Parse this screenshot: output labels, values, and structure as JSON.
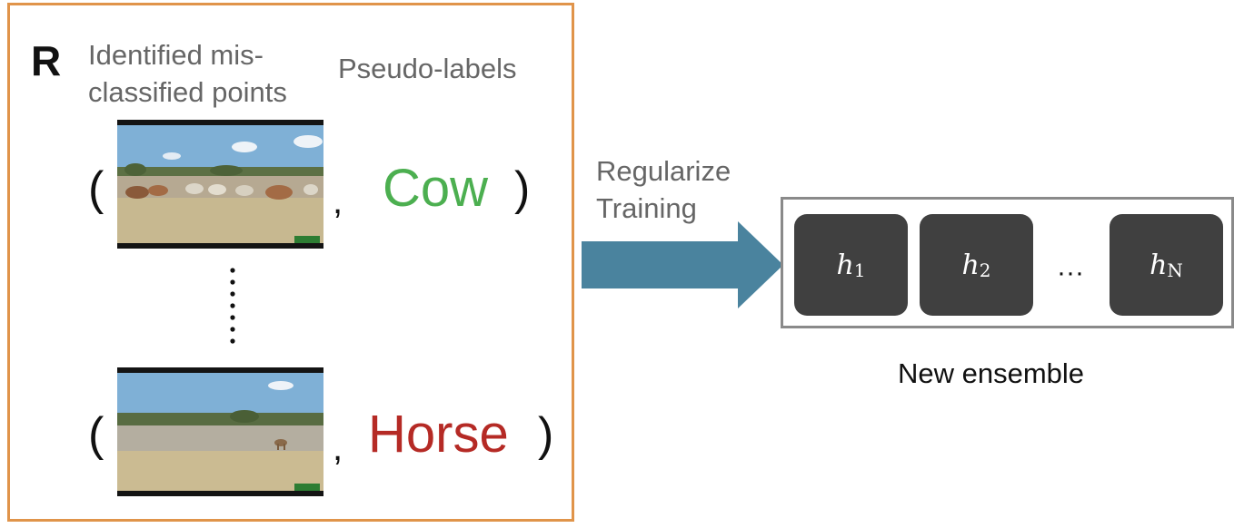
{
  "panel": {
    "letter": "R",
    "points_header_line1": "Identified mis-",
    "points_header_line2": "classified points",
    "labels_header": "Pseudo-labels"
  },
  "pairs": [
    {
      "open": "(",
      "comma": ",",
      "label": "Cow",
      "label_color": "#4caf50",
      "close": ")"
    },
    {
      "open": "(",
      "comma": ",",
      "label": "Horse",
      "label_color": "#b52a25",
      "close": ")"
    }
  ],
  "arrow": {
    "line1": "Regularize",
    "line2": "Training",
    "color": "#4a839e"
  },
  "ensemble": {
    "models": [
      {
        "var": "h",
        "sub": "1"
      },
      {
        "var": "h",
        "sub": "2"
      },
      {
        "var": "h",
        "sub": "N"
      }
    ],
    "ellipsis": "···",
    "caption": "New ensemble"
  },
  "colors": {
    "panel_border": "#e0944a",
    "ensemble_border": "#8a8a8a",
    "model_fill": "#404040"
  }
}
